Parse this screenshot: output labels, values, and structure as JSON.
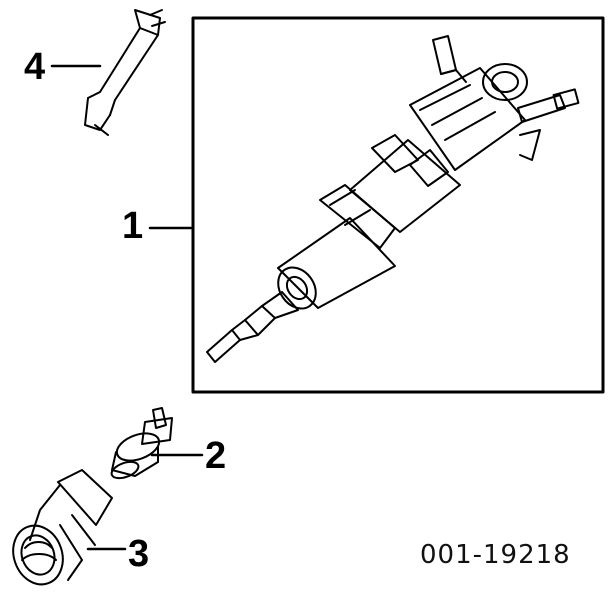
{
  "callouts": {
    "c1": "1",
    "c2": "2",
    "c3": "3",
    "c4": "4"
  },
  "part_code": "001-19218",
  "colors": {
    "line": "#000000",
    "background": "#ffffff"
  }
}
